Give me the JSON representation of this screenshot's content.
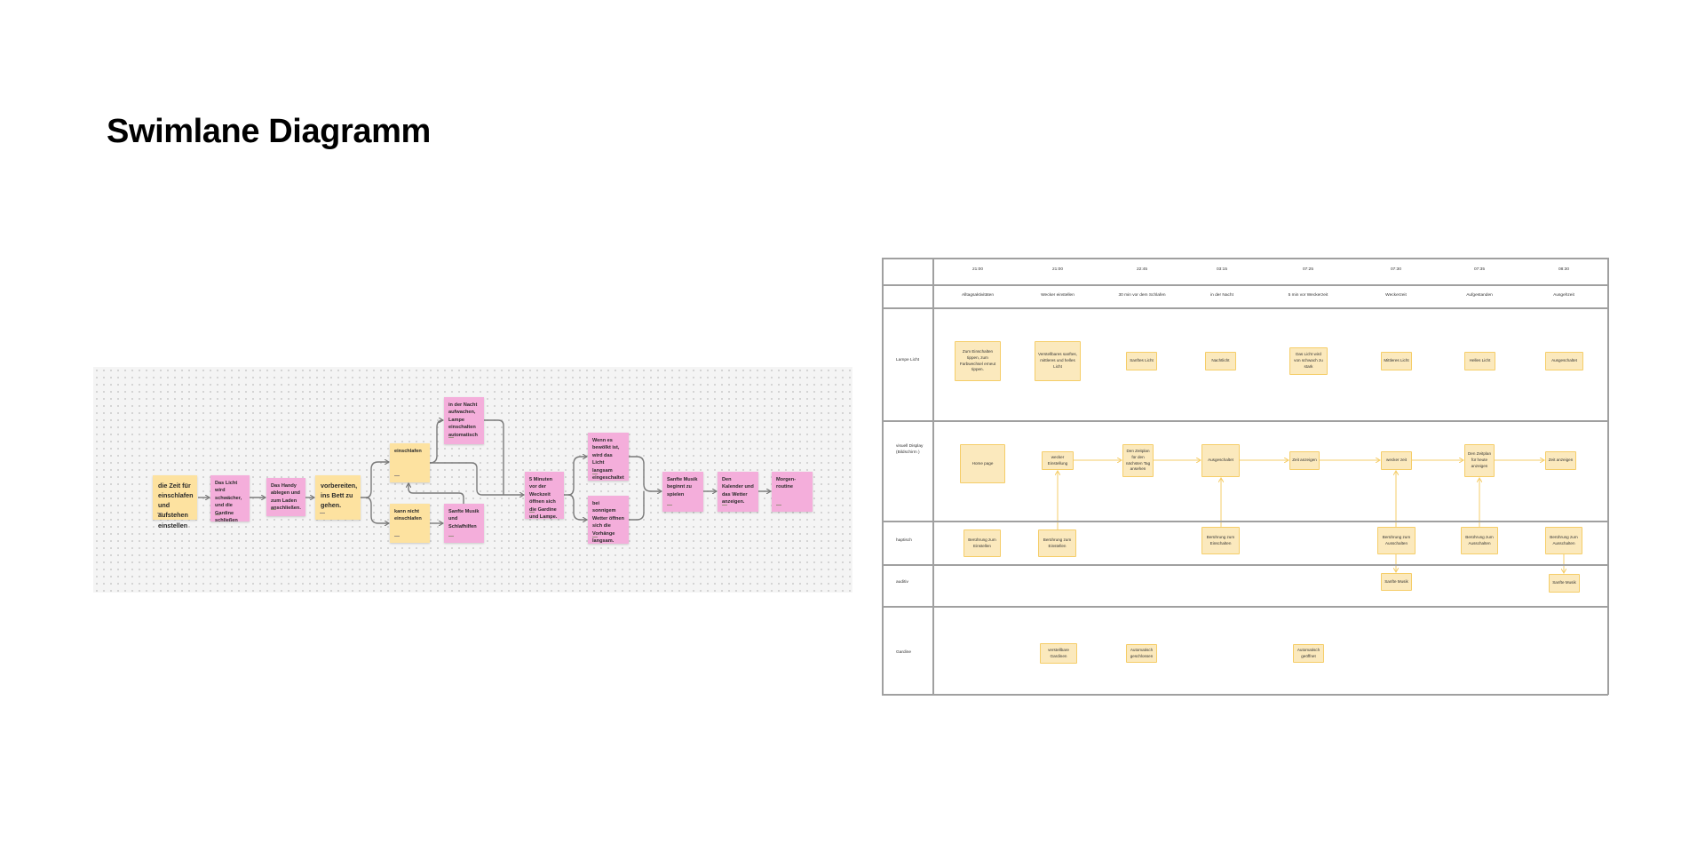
{
  "title": "Swimlane Diagramm",
  "flow": {
    "notes": [
      "die Zeit für einschlafen und aufstehen einstellen",
      "Das Licht wird schwächer, und die Gardine schließen",
      "Das Handy ablegen und zum Laden anschließen.",
      "vorbereiten, ins Bett zu gehen.",
      "einschlafen",
      "kann nicht einschlafen",
      "in der Nacht aufwachen, Lampe einschalten automatisch",
      "Sanfte Musik und Schlafhilfen",
      "5 Minuten vor der Weckzeit öffnen sich die Gardine und Lampe.",
      "Wenn es bewölkt ist, wird das Licht langsam eingeschaltet",
      "bei sonnigem Wetter öffnen sich die Vorhänge langsam.",
      "Sanfte Musik beginnt zu spielen",
      "Den Kalender und das Wetter anzeigen.",
      "Morgen-routine"
    ]
  },
  "swimlane": {
    "times": [
      "21:00",
      "21:00",
      "22:45",
      "03:15",
      "07:25",
      "07:30",
      "07:35",
      "08:30"
    ],
    "phases": [
      "Alltagsaktivitäten",
      "Wecker einstellen",
      "30 min vor dem Schlafen",
      "in der Nacht",
      "5 min vor Weckerzeit",
      "Weckerzeit",
      "Aufgestanden",
      "Ausgehzeit"
    ],
    "lanes": [
      "Lampe Licht",
      "visuell Display (Bildschirm )",
      "haptisch",
      "auditiv",
      "Gardine"
    ],
    "lampe": [
      "Zum Einschalten tippen, zum Farbwechsel erneut tippen.",
      "Verstellbares sanftes, mittleres und helles Licht",
      "Sanftes Licht",
      "Nachtlicht",
      "Das Licht wird von schwach zu stark",
      "Mittleres Licht",
      "Helles Licht",
      "Ausgeschaltet"
    ],
    "display": [
      "Home page",
      "wecker Einstellung",
      "Den Zeitplan für den nächsten Tag ansehen",
      "Ausgeschaltet",
      "Zeit anzeigen",
      "wecker zeit",
      "Den Zeitplan für heute anzeigen",
      "Zeit anzeigen"
    ],
    "haptisch": [
      "Berührung zum Einstellen",
      "Berührung zum Einstellen",
      "Berührung zum Einschalten",
      "Berührung zum Ausschalten",
      "Berührung zum Ausschalten",
      "Berührung zum Ausschalten"
    ],
    "auditiv": [
      "Sanfte Musik",
      "Sanfte Musik"
    ],
    "gardine": [
      "verstellbare Gardinen",
      "Automatisch geschlossen",
      "Automatisch geöffnet"
    ]
  },
  "colors": {
    "sticky_yellow": "#fde2a0",
    "sticky_pink": "#f4aedb",
    "box_fill": "#fbe9bd",
    "box_border": "#f5cd68",
    "connector": "#777777"
  }
}
